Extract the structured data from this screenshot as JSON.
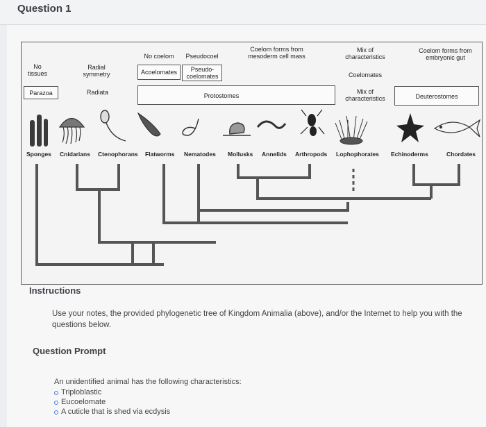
{
  "header": {
    "title": "Question 1"
  },
  "tree": {
    "header_labels": {
      "no_tissues": "No\ntissues",
      "radial_symmetry": "Radial\nsymmetry",
      "no_coelom": "No coelom",
      "pseudocoel": "Pseudocoel",
      "coelom_mesoderm": "Coelom forms from\nmesoderm cell mass",
      "mix_characteristics": "Mix of\ncharacteristics",
      "coelom_gut": "Coelom forms from\nembryonic gut",
      "acoelomates": "Acoelomates",
      "pseudocoelomates": "Pseudo-\ncoelomates",
      "coelomates": "Coelomates",
      "parazoa": "Parazoa",
      "radiata": "Radiata",
      "protostomes": "Protostomes",
      "mix_characteristics_2": "Mix of\ncharacteristics",
      "deuterostomes": "Deuterostomes"
    },
    "organisms": [
      "Sponges",
      "Cnidarians",
      "Ctenophorans",
      "Flatworms",
      "Nematodes",
      "Mollusks",
      "Annelids",
      "Arthropods",
      "Lophophorates",
      "Echinoderms",
      "Chordates"
    ],
    "icons": [
      "sponge-icon",
      "jellyfish-icon",
      "comb-jelly-icon",
      "flatworm-icon",
      "nematode-icon",
      "snail-icon",
      "annelid-icon",
      "insect-icon",
      "lophophorate-icon",
      "starfish-icon",
      "fish-icon"
    ]
  },
  "instructions": {
    "heading": "Instructions",
    "text": "Use your notes, the provided phylogenetic tree of Kingdom Animalia (above), and/or the Internet to help you with the questions below."
  },
  "question_prompt": {
    "heading": "Question Prompt",
    "intro": "An unidentified animal has the following characteristics:",
    "characteristics": [
      "Triploblastic",
      "Eucoelomate",
      "A cuticle that is shed via ecdysis"
    ]
  }
}
